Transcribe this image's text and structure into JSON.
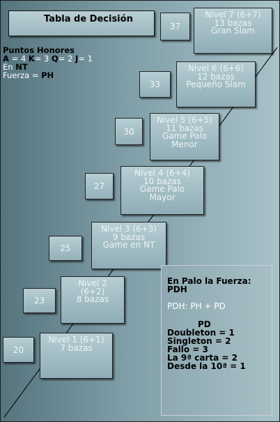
{
  "title": "Tabla de Decisión",
  "honores": {
    "heading": "Puntos Honores",
    "a_label": "A",
    "a_value": "= 4",
    "k_label": "K",
    "k_value": "= 3",
    "q_label": "Q",
    "q_value": "= 2",
    "j_label": "J",
    "j_value": "= 1",
    "en_label": "En",
    "en_value": "NT",
    "fuerza_label": "Fuerza =",
    "fuerza_value": "PH"
  },
  "levels": [
    {
      "points": "20",
      "lines": [
        "Nivel 1 (6+1)",
        "7 bazas"
      ]
    },
    {
      "points": "23",
      "lines": [
        "Nivel 2",
        "(6+2)",
        "8 bazas"
      ]
    },
    {
      "points": "25",
      "lines": [
        "Nivel 3 (6+3)",
        "9 bazas",
        "Game en NT"
      ]
    },
    {
      "points": "27",
      "lines": [
        "Nivel 4 (6+4)",
        "10 bazas",
        "Game Palo",
        "Mayor"
      ]
    },
    {
      "points": "30",
      "lines": [
        "Nivel 5 (6+5)",
        "11 bazas",
        "Game Palo",
        "Menor"
      ]
    },
    {
      "points": "33",
      "lines": [
        "Nivel 6 (6+6)",
        "12 bazas",
        "Pequeño Slam"
      ]
    },
    {
      "points": "37",
      "lines": [
        "Nivel 7 (6+7)",
        "13 bazas",
        "Gran Slam"
      ]
    }
  ],
  "pdh": {
    "heading": "En Palo la Fuerza: PDH",
    "formula": "PDH: PH + PD",
    "pd_title": "PD",
    "rules": [
      "Doubleton = 1",
      "Singleton = 2",
      "Fallo = 3",
      "La 9ª carta = 2",
      "Desde la 10ª = 1"
    ]
  }
}
